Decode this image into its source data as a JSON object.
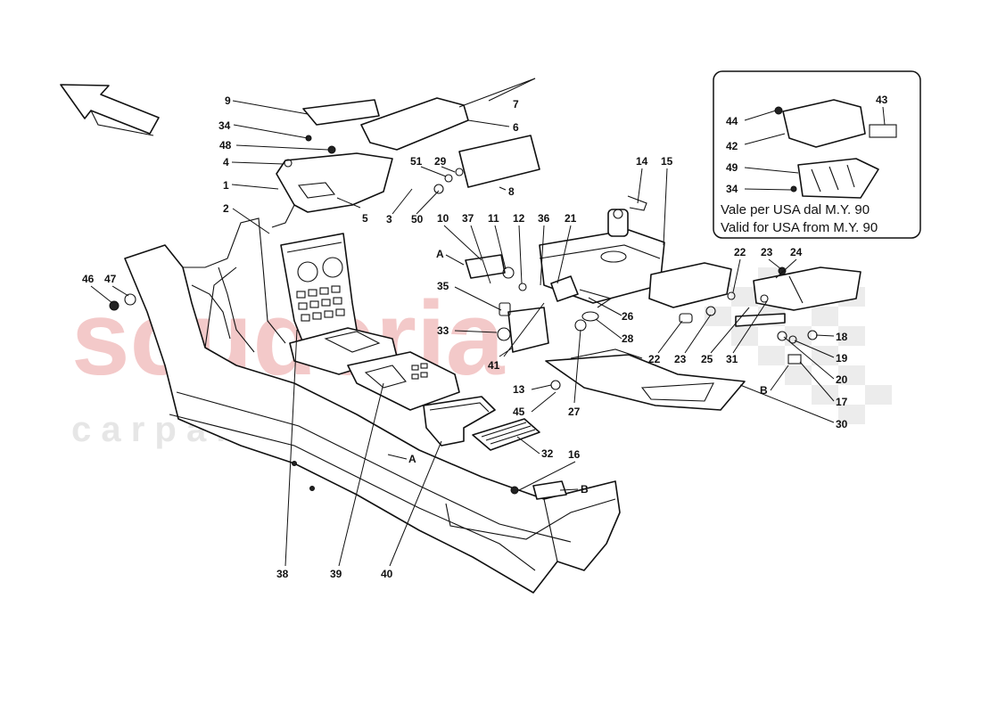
{
  "watermark": {
    "brand": "scuderia",
    "sub": "c a r p a r t s",
    "brand_color": "#f3c9c9",
    "sub_color": "#e6e6e6"
  },
  "inset": {
    "note_line1": "Vale per USA dal M.Y. 90",
    "note_line2": "Valid for USA from M.Y. 90"
  },
  "view_markers": {
    "a": "A",
    "b": "B"
  },
  "callouts": {
    "c1": "1",
    "c2": "2",
    "c3": "3",
    "c4": "4",
    "c5": "5",
    "c6": "6",
    "c7": "7",
    "c8": "8",
    "c9": "9",
    "c10": "10",
    "c11": "11",
    "c12": "12",
    "c13": "13",
    "c14": "14",
    "c15": "15",
    "c16": "16",
    "c17": "17",
    "c18": "18",
    "c19": "19",
    "c20": "20",
    "c21": "21",
    "c22": "22",
    "c23": "23",
    "c24": "24",
    "c25": "25",
    "c26": "26",
    "c27": "27",
    "c28": "28",
    "c29": "29",
    "c30": "30",
    "c31": "31",
    "c32": "32",
    "c33": "33",
    "c34": "34",
    "c35": "35",
    "c36": "36",
    "c37": "37",
    "c38": "38",
    "c39": "39",
    "c40": "40",
    "c41": "41",
    "c42": "42",
    "c43": "43",
    "c44": "44",
    "c45": "45",
    "c46": "46",
    "c47": "47",
    "c48": "48",
    "c49": "49",
    "c50": "50",
    "c51": "51"
  }
}
